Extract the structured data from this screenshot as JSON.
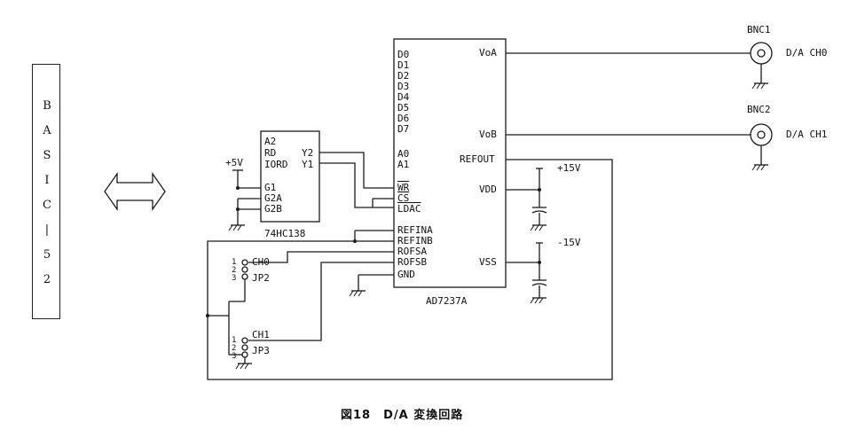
{
  "bus": {
    "chars": [
      "B",
      "A",
      "S",
      "I",
      "C",
      "|",
      "5",
      "2"
    ]
  },
  "decoder": {
    "part": "74HC138",
    "pins_left_top": [
      "A2",
      "RD",
      "IORD"
    ],
    "pins_left_bottom": [
      "G1",
      "G2A",
      "G2B"
    ],
    "pins_right": [
      "Y2",
      "Y1"
    ],
    "supply": "+5V"
  },
  "dac": {
    "part": "AD7237A",
    "pins_left": [
      "D0",
      "D1",
      "D2",
      "D3",
      "D4",
      "D5",
      "D6",
      "D7",
      "A0",
      "A1",
      "WR",
      "CS",
      "LDAC",
      "REFINA",
      "REFINB",
      "ROFSA",
      "ROFSB",
      "GND"
    ],
    "pins_right": [
      "VoA",
      "VoB",
      "REFOUT",
      "VDD",
      "VSS"
    ]
  },
  "supplies": {
    "pos": "+15V",
    "neg": "-15V"
  },
  "jumpers": [
    {
      "name": "JP2",
      "channel": "CH0",
      "pins": [
        "1",
        "2",
        "3"
      ]
    },
    {
      "name": "JP3",
      "channel": "CH1",
      "pins": [
        "1",
        "2",
        "3"
      ]
    }
  ],
  "outputs": [
    {
      "connector": "BNC1",
      "label": "D/A CH0"
    },
    {
      "connector": "BNC2",
      "label": "D/A CH1"
    }
  ],
  "caption": "図18　D/A 変換回路"
}
